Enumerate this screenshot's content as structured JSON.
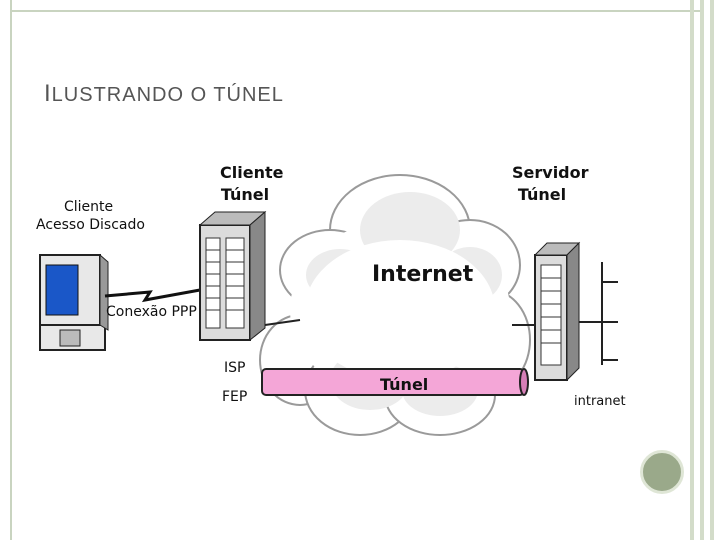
{
  "slide": {
    "title_first": "I",
    "title_rest": "LUSTRANDO O TÚNEL"
  },
  "diagram": {
    "client_dialup": [
      "Cliente",
      "Acesso Discado"
    ],
    "client_tunnel": [
      "Cliente",
      "Túnel"
    ],
    "server_tunnel": [
      "Servidor",
      "Túnel"
    ],
    "internet": "Internet",
    "ppp": "Conexão PPP",
    "isp": "ISP",
    "fep": "FEP",
    "tunnel": "Túnel",
    "intranet": "intranet"
  },
  "colors": {
    "tunnel_fill": "#f4a6d7",
    "frame": "#c9d4c0",
    "bullet": "#9aa98a"
  }
}
